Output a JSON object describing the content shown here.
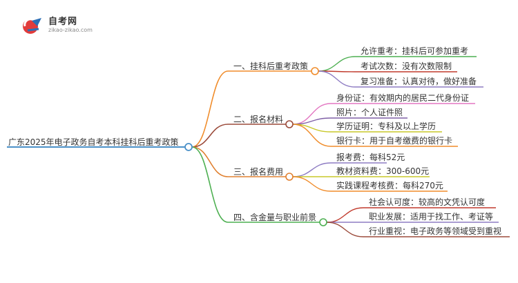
{
  "logo": {
    "title": "自考网",
    "subtitle": "zikao-zikao.com"
  },
  "colors": {
    "root": "#4a90c8",
    "branches": [
      "#f08c2a",
      "#9b4a3a",
      "#e08030",
      "#4caf50"
    ]
  },
  "root": "广东2025年电子政务自考本科挂科后重考政策",
  "branches": [
    {
      "label": "一、挂科后重考政策",
      "leaves": [
        {
          "text": "允许重考：挂科后可参加重考",
          "color": "#4caf50"
        },
        {
          "text": "考试次数：没有次数限制",
          "color": "#c0392b"
        },
        {
          "text": "复习准备：认真对待，做好准备",
          "color": "#8e7cc3"
        }
      ]
    },
    {
      "label": "二、报名材料",
      "leaves": [
        {
          "text": "身份证：有效期内的居民二代身份证",
          "color": "#e377c2"
        },
        {
          "text": "照片：个人证件照",
          "color": "#7f5fa6"
        },
        {
          "text": "学历证明：专科及以上学历",
          "color": "#c8c82a"
        },
        {
          "text": "银行卡：用于自考缴费的银行卡",
          "color": "#f08c2a"
        }
      ]
    },
    {
      "label": "三、报名费用",
      "leaves": [
        {
          "text": "报考费：每科52元",
          "color": "#8e7cc3"
        },
        {
          "text": "教材资料费：300-600元",
          "color": "#c8c82a"
        },
        {
          "text": "实践课程考核费：每科270元",
          "color": "#f08c2a"
        }
      ]
    },
    {
      "label": "四、含金量与职业前景",
      "leaves": [
        {
          "text": "社会认可度：较高的文凭认可度",
          "color": "#c0392b"
        },
        {
          "text": "职业发展：适用于找工作、考证等",
          "color": "#8e7cc3"
        },
        {
          "text": "行业重视：电子政务等领域受到重视",
          "color": "#9b4a3a"
        }
      ]
    }
  ]
}
